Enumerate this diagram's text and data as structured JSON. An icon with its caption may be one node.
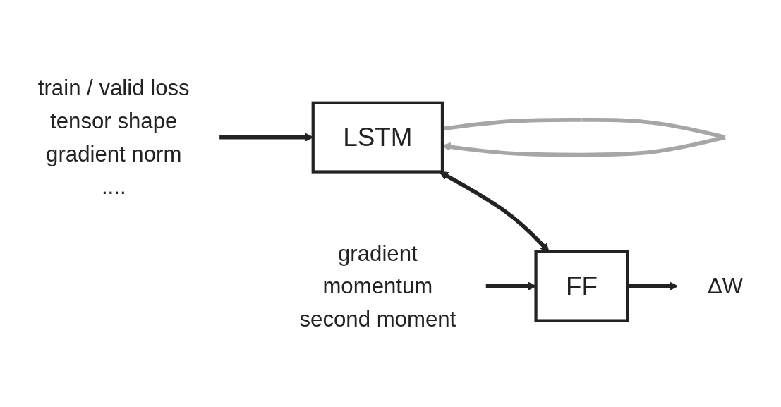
{
  "diagram": {
    "nodes": [
      {
        "text": [
          "train / valid loss",
          "tensor shape",
          "gradient norm",
          "...."
        ]
      },
      {
        "text": [
          "LSTM"
        ]
      },
      {
        "text": [
          "gradient",
          "momentum",
          "second moment"
        ]
      },
      {
        "text": [
          "FF"
        ]
      },
      {
        "text": [
          "ΔW"
        ]
      }
    ],
    "edges": [
      {
        "from": 0,
        "to": 1,
        "arrow": "to"
      },
      {
        "from": 1,
        "to": 1,
        "arrow": "to",
        "color": "#a6a6a6"
      },
      {
        "from": 1,
        "to": 3,
        "arrow": "both"
      },
      {
        "from": 2,
        "to": 3,
        "arrow": "to"
      },
      {
        "from": 3,
        "to": 4,
        "arrow": "to"
      }
    ]
  }
}
